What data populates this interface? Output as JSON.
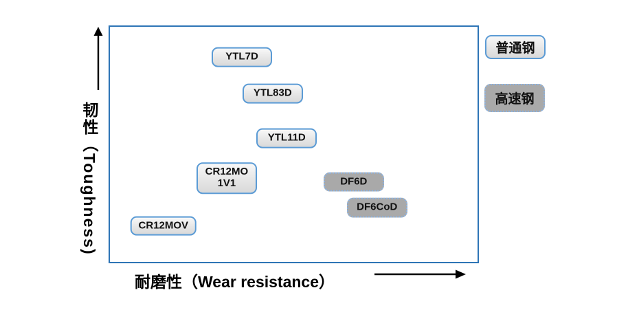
{
  "figure": {
    "legend": [
      {
        "label": "普通钢",
        "style": "light"
      },
      {
        "label": "高速钢",
        "style": "dark"
      }
    ]
  },
  "chart_data": {
    "type": "scatter",
    "title": "",
    "xlabel": "耐磨性（Wear resistance）",
    "ylabel": "韧性（Toughness)",
    "x_axis": {
      "min": 0,
      "max": 1,
      "ticks": [],
      "note": "qualitative axis, arrow indicates increasing wear resistance"
    },
    "y_axis": {
      "min": 0,
      "max": 1,
      "ticks": [],
      "note": "qualitative axis, arrow indicates increasing toughness"
    },
    "grid": false,
    "legend_position": "outside-top-right",
    "series": [
      {
        "name": "普通钢",
        "style": "light"
      },
      {
        "name": "高速钢",
        "style": "dark"
      }
    ],
    "points": [
      {
        "label": "YTL7D",
        "lines": [
          "YTL7D"
        ],
        "series": "普通钢",
        "x": 0.36,
        "y": 0.866
      },
      {
        "label": "YTL83D",
        "lines": [
          "YTL83D"
        ],
        "series": "普通钢",
        "x": 0.443,
        "y": 0.714
      },
      {
        "label": "YTL11D",
        "lines": [
          "YTL11D"
        ],
        "series": "普通钢",
        "x": 0.481,
        "y": 0.525
      },
      {
        "label": "CR12MO 1V1",
        "lines": [
          "CR12MO",
          "1V1"
        ],
        "series": "普通钢",
        "x": 0.319,
        "y": 0.358
      },
      {
        "label": "CR12MOV",
        "lines": [
          "CR12MOV"
        ],
        "series": "普通钢",
        "x": 0.148,
        "y": 0.157
      },
      {
        "label": "DF6D",
        "lines": [
          "DF6D"
        ],
        "series": "高速钢",
        "x": 0.662,
        "y": 0.342
      },
      {
        "label": "DF6CoD",
        "lines": [
          "DF6CoD"
        ],
        "series": "高速钢",
        "x": 0.725,
        "y": 0.233
      }
    ]
  }
}
